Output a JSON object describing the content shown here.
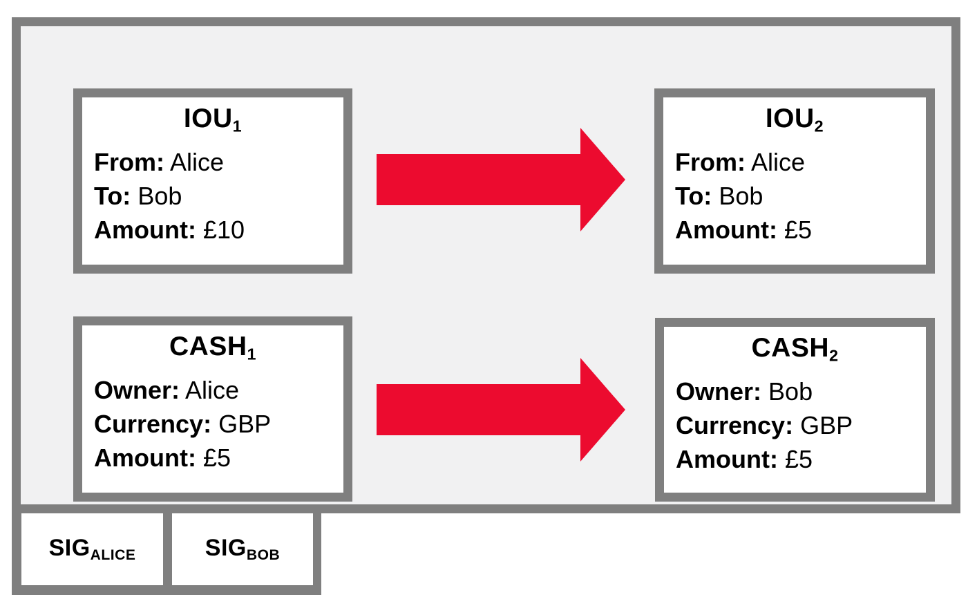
{
  "diagram": {
    "kind": "transaction-state-diagram",
    "colors": {
      "border_gray": "#7f7f7f",
      "container_background": "#f1f1f2",
      "box_background": "#ffffff",
      "arrow_red": "#ec0b2f",
      "text": "#000000"
    },
    "states": [
      {
        "id": "iou1",
        "title": "IOU",
        "subscript": "1",
        "fields": [
          {
            "label": "From:",
            "value": "Alice"
          },
          {
            "label": "To:",
            "value": "Bob"
          },
          {
            "label": "Amount:",
            "value": "£10"
          }
        ]
      },
      {
        "id": "iou2",
        "title": "IOU",
        "subscript": "2",
        "fields": [
          {
            "label": "From:",
            "value": "Alice"
          },
          {
            "label": "To:",
            "value": "Bob"
          },
          {
            "label": "Amount:",
            "value": "£5"
          }
        ]
      },
      {
        "id": "cash1",
        "title": "CASH",
        "subscript": "1",
        "fields": [
          {
            "label": "Owner:",
            "value": "Alice"
          },
          {
            "label": "Currency:",
            "value": "GBP"
          },
          {
            "label": "Amount:",
            "value": "£5"
          }
        ]
      },
      {
        "id": "cash2",
        "title": "CASH",
        "subscript": "2",
        "fields": [
          {
            "label": "Owner:",
            "value": "Bob"
          },
          {
            "label": "Currency:",
            "value": "GBP"
          },
          {
            "label": "Amount:",
            "value": "£5"
          }
        ]
      }
    ],
    "arrows": [
      {
        "id": "arrow-top",
        "icon": "arrow-right",
        "color": "#ec0b2f"
      },
      {
        "id": "arrow-bottom",
        "icon": "arrow-right",
        "color": "#ec0b2f"
      }
    ],
    "signatures": [
      {
        "label": "SIG",
        "subscript": "ALICE"
      },
      {
        "label": "SIG",
        "subscript": "BOB"
      }
    ]
  }
}
